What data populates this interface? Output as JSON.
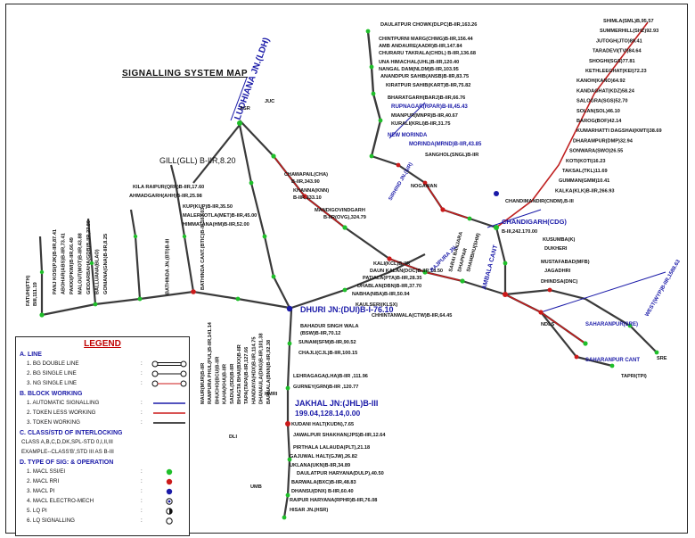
{
  "title": "SIGNALLING SYSTEM MAP",
  "junctions": {
    "ludhiana": "LUDHIANA JN.(LDH)",
    "dhuri": "DHURI JN:(DUI)B-I-76.10",
    "jakhal": "JAKHAL JN:(JHL)B-III",
    "jakhal_km": "199.04,128.14,0.00",
    "gill": "GILL(GLL) B-IIR,8.20",
    "chandigarh": "CHANDIGARH(CDG)",
    "chandigarh_km": "B-III,242.170.00",
    "bathinda": "BATHINDA CANT.(BTIC)B-III,163.03"
  },
  "stations": {
    "upper_left_chain": [
      "KILA RAIPUR(QRP)B-IIR,17.60",
      "AHMADGARH(AHH)B-IIR,25.98",
      "KUP(KUP)B-IIR,35.50",
      "MALERKOTLA(MET)B-IIR,45.00",
      "HIMMATANA(HM)B-IIR,52.00"
    ],
    "chawapail": [
      "CHAWAPAIL(CHA)",
      "B-IIR,343.90",
      "KHANNA(KNN)",
      "B-IIR,333.10"
    ],
    "mandi": "MANDIGOVINDGARH",
    "mandi_km": "B-IIR(OVG),324.79",
    "dhuri_chain": [
      "BAHADUR SINGH WALA",
      "(BSW)B-IIR,70.12",
      "SUNAM(SFM)B-IIR,90.52",
      "CHAJLI(CJL)B-IIR,100.15",
      "LEHRAGAGA(LHA)B-IIR ,111.96",
      "GURNEY(GRN)B-IIR ,120.77"
    ],
    "south_chain": [
      "KUDANI HALT(KUDN),7.65",
      "JAWALPUR SHAKHAN(JPS)B-IIR,12.64",
      "PIRTHALA LALAUDA(PLT),21.18",
      "GAJUWAL HALT(GJW),26.82",
      "UKLANA(UKN)B-IIR,34.89",
      "DAULATPUR HARYANA(DULP),40.50",
      "BARWALA(BXC)B-IIR,48.83",
      "DHANSU(DNX) B-IIR,60.40",
      "RAIPUR HARYANA(RPHR)B-IIR,76.08",
      "HISAR JN.(HSR)"
    ],
    "north_chain": [
      "DAULATPUR CHOWK(DLPC)B-IIR,163.26",
      "CHINTPURNI MARG(CHMG)B-IIR,156.44",
      "AMB ANDAURE(AADR)B-IIR,147.84",
      "CHURARU TAKRALA(CHDL) B-IIR,136.68",
      "UNA HIMACHAL(UHL)B-IIR,120.40",
      "NANGAL DAM(NLDM)B-IIR,103.95",
      "ANANDPUR SAHIB(ANSB)B-IIR,83.75",
      "KIRATPUR SAHIB(KART)B-IIR,75.82",
      "BHARATGARH(BARJ)B-IIR,66.76",
      "RUPNAGAR(RPAR)B-III,45.43",
      "MIANPUR(MNPR)B-IIR,40.67",
      "KURALI(KRLI)B-IIR,31.75"
    ],
    "kalka_chain": [
      "SHIMLA(SML)B,95.57",
      "SUMMERHILL(SHZ)92.93",
      "JUTOGH(JTO)89.41",
      "TARADEVI(TVI)84.64",
      "SHOGHI(SGS)77.81",
      "KETHLEEGHAT(KEI)72.23",
      "KANOH(KANO)64.92",
      "KANDAGHAT(KDZ)58.24",
      "SALOGRA(SGS)52.70",
      "SOLAN(SOL)46.10",
      "BAROG(BOF)42.14",
      "KUMARHATTI DAGSHAI(KMTI)38.69",
      "DHARAMPUR(DMP)32.94",
      "SONWARA(SWO)26.55",
      "KOTI(KOTI)16.23",
      "TAKSAL(TKL)11.69",
      "GUMMAN(GMM)10.41",
      "KALKA(KLK)B-IIR,266.93"
    ],
    "middle": [
      "CHANDIMANDIR(CNDM),B-III",
      "KALI(KCL)B-IIR",
      "DAUN KALAN(DOC)B-IIR,18.50",
      "PATIALA(PTA)B-IIR,28.35",
      "DHABLAN(DBN)B-IIR,37.70",
      "NABHA(NBA)B-IIR,50.94",
      "KAULSERI(KLSX)",
      "CHHINTANWALA(CTW)B-IIR,64.45",
      "SIRHIND JN.(SIR)",
      "NEW MORINDA",
      "MORINDA(MRND)B-IIR,43.85",
      "SANGHOL(SNGL)B-IIR",
      "NOGAWAN",
      "AMBALA CANT",
      "SHAMBHU(SHM)",
      "DHAPPAR",
      "SARAI BANJARA",
      "RAJPURA JN."
    ],
    "right": [
      "KUSUMBA(K)",
      "DUKHERI",
      "MUSTAFABAD(MFB)",
      "JAGADHRI",
      "DHINDSA(DNC)",
      "SAHARANPUR(SRE)",
      "SAHARANPUR CANT",
      "TAPRI(TPI)",
      "WEST(WYP)B-IIR,1588.63"
    ],
    "left": [
      "FATUHI(FTH)",
      "BIII,111.19"
    ],
    "left_vertical": [
      "PANJ KOSI(PJK)B-IIR,87.41",
      "ABOHAR(ABS)B-IIR,73.41",
      "PAKKI(PKWI)B-IIR,66.49",
      "MALOUT(MOT)B-IIR,43.88",
      "GIDDARBAHA(GDB)B-IIR,27.80",
      "BALLUANA(BLAO)",
      "GONIANA(GNA)B-IIR,8.25",
      "BATHINDA JN.(BTI)B-III",
      "MAUR(MUR)B-IIR",
      "RAMPURA PHUL(PUL)B-IIR,141.14",
      "BHUCHO(BCU)B-IIR",
      "KAHA(KHA)B-IIR",
      "SADUL(SDI)B-IIR",
      "BHAGTA BHAI(BXX)B-IIR",
      "TAPA(TAPA)B-IIR,127.66",
      "HANDIAYA(HDX)B-IIR,114.75",
      "DHANAULA(DNG)B-IIR,101.38",
      "BARNALA(BNN)B-IIR,92.38"
    ],
    "lower_labels": [
      "DLI",
      "HMRI",
      "UMB",
      "NDLS",
      "SRE",
      "ASR",
      "JUC"
    ]
  },
  "legend": {
    "title": "LEGEND",
    "sec_a": "A. LINE",
    "line_items": [
      "1.  BG DOUBLE LINE",
      "2.  BG SINGLE LINE",
      "3.  NG SINGLE LINE"
    ],
    "sec_b": "B. BLOCK WORKING",
    "block_items": [
      "1.  AUTOMATIC SIGNALLING",
      "2.  TOKEN LESS WORKING",
      "3.  TOKEN WORKING"
    ],
    "sec_c": "C. CLASS/STD OF INTERLOCKING",
    "class_text": "CLASS A,B,C,D,DK,SPL-STD 0,I,II,III",
    "class_example": "EXAMPLE--CLASS'B',STD III AS     B-III",
    "sec_d": "D. TYPE OF SIG: & OPERATION",
    "type_items": [
      "1.  MACL SSI/EI",
      "2.  MACL RRI",
      "3.  MACL PI",
      "4.  MACL ELECTRO-MECH",
      "5.  LQ PI",
      "6.  LQ SIGNALLING"
    ],
    "colon": ":"
  },
  "colors": {
    "green": "#1fbf2a",
    "red": "#cc1a1a",
    "blue": "#1a1aa8",
    "track": "#3a3a3a"
  }
}
